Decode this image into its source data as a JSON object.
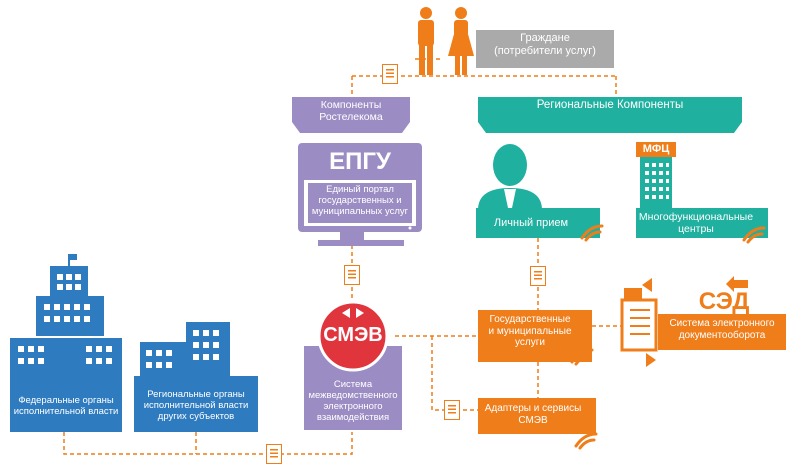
{
  "citizens": {
    "label": "Граждане\n(потребители услуг)"
  },
  "rostelecom": {
    "header": "Компоненты Ростелекома",
    "epgu_title": "ЕПГУ",
    "epgu_desc": "Единый портал\nгосударственных и\nмуниципальных услуг"
  },
  "regional": {
    "header": "Региональные Компоненты",
    "personal_label": "Личный прием",
    "mfc_sign": "МФЦ",
    "mfc_label": "Многофункциональные\nцентры"
  },
  "smev": {
    "title": "СМЭВ",
    "desc": "Система\nмежведомственного\nэлектронного\nвзаимодействия"
  },
  "services": {
    "gov_label": "Государственные\nи муниципальные\nуслуги",
    "adapters_label": "Адаптеры и сервисы\nСМЭВ"
  },
  "sed": {
    "title": "СЭД",
    "desc": "Система электронного\nдокументооборота"
  },
  "authorities": {
    "federal": "Федеральные органы\nисполнительной власти",
    "regional": "Региональные органы\nисполнительной власти\nдругих субъектов"
  },
  "colors": {
    "orange": "#ef7d1a",
    "purple": "#9b8dc4",
    "teal": "#1fb0a0",
    "blue": "#2e7bbf",
    "red": "#e0353d",
    "gray": "#aaaaaa"
  }
}
